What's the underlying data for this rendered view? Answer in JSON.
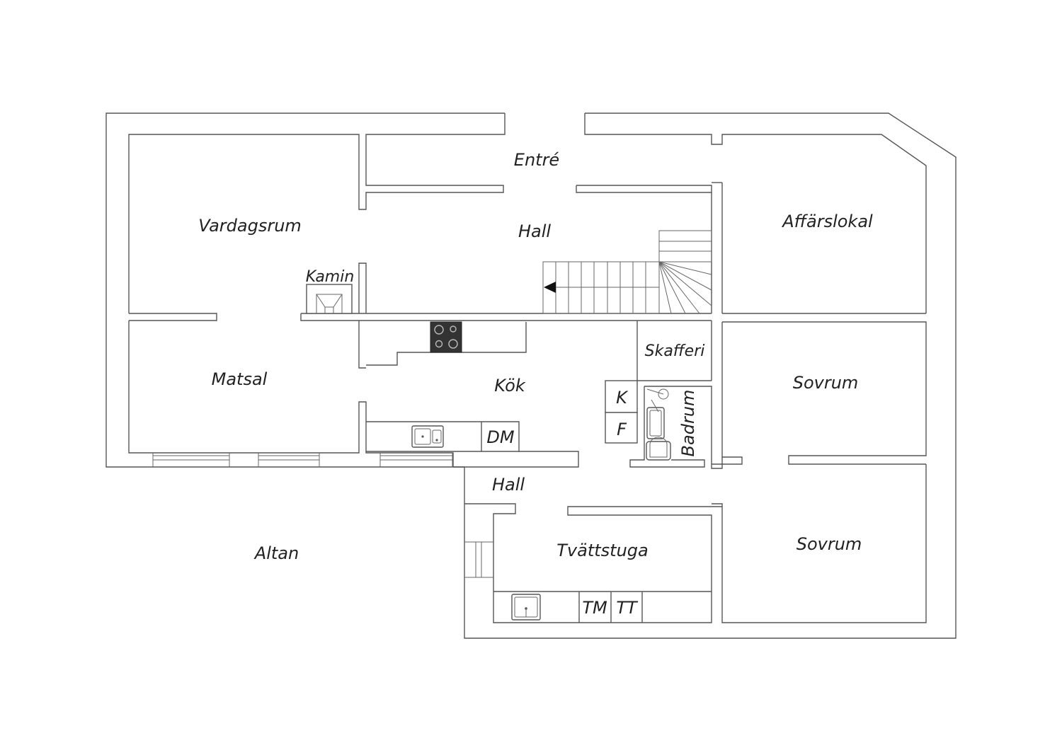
{
  "rooms": {
    "entre": "Entré",
    "hall_upper": "Hall",
    "vardagsrum": "Vardagsrum",
    "kamin": "Kamin",
    "affarslokal": "Affärslokal",
    "matsal": "Matsal",
    "kok": "Kök",
    "skafferi": "Skafferi",
    "sovrum_1": "Sovrum",
    "badrum": "Badrum",
    "hall_lower": "Hall",
    "altan": "Altan",
    "tvattstuga": "Tvättstuga",
    "sovrum_2": "Sovrum"
  },
  "fixtures": {
    "kyl": "K",
    "frys": "F",
    "diskmaskin": "DM",
    "tvattmaskin": "TM",
    "torktumlare": "TT"
  },
  "colors": {
    "wall": "#555555",
    "stove": "#333333",
    "background": "#ffffff"
  }
}
